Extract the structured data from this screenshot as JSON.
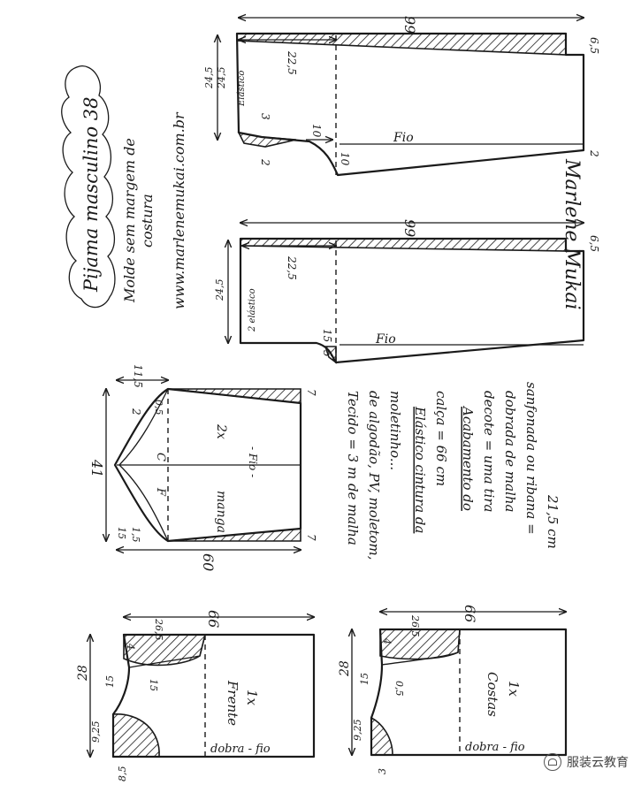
{
  "title": "Pijama masculino 38",
  "subtitle_line1": "Molde sem margem de",
  "subtitle_line2": "costura",
  "website": "www.marlenemukai.com.br",
  "signature": "Marlene Mukai",
  "pants_front": {
    "length": "99",
    "waist_drop": "6,5",
    "crotch_depth": "22,5",
    "elastic_a": "24,5",
    "elastic_b": "24,5",
    "elastic_label": "Elástico",
    "crotch_a": "10",
    "crotch_b": "10",
    "hem_side": "2",
    "seat_a": "3",
    "seat_b": "2",
    "grain": "Fio"
  },
  "pants_back": {
    "length": "99",
    "waist_drop": "6,5",
    "crotch_depth": "22,5",
    "elastic_a": "24,5",
    "elastic_label": "2 elástico",
    "crotch_a": "15",
    "crotch_b": "5",
    "grain": "Fio"
  },
  "sleeve": {
    "width": "41",
    "cap_height": "11,5",
    "length": "60",
    "hem_a": "7",
    "hem_b": "7",
    "cap_a": "2",
    "cap_b": "0,5",
    "cap_c": "1,5",
    "cap_d": "15",
    "back_label": "C",
    "front_label": "F",
    "grain": "- Fio -",
    "name": "manga",
    "count": "2x"
  },
  "notes": {
    "line1": "Tecido = 3 m de malha",
    "line2": "de algodão, PV, moletom,",
    "line3": "moletinho...",
    "line4": "Elástico cintura da",
    "line5": "calça = 66 cm",
    "line6": "Acabamento do",
    "line7": "decote = uma tira",
    "line8": "dobrada de malha",
    "line9": "sanfonada ou ribana =",
    "line10": "21,5 cm"
  },
  "front": {
    "label": "Frente",
    "count": "1x",
    "length": "66",
    "shoulder": "26,5",
    "neck_drop": "4",
    "half_width": "28",
    "armhole": "15",
    "armhole_b": "15",
    "neck_a": "9,25",
    "neck_b": "8,5",
    "fold": "dobra - fio"
  },
  "back": {
    "label": "Costas",
    "count": "1x",
    "length": "66",
    "shoulder": "26,5",
    "neck_drop": "4",
    "half_width": "28",
    "armhole": "15",
    "armhole_b": "0,5",
    "neck_a": "9,25",
    "neck_b": "3",
    "fold": "dobra - fio"
  },
  "watermark": "服装云教育",
  "colors": {
    "ink": "#1a1a1a",
    "paper": "#ffffff"
  }
}
